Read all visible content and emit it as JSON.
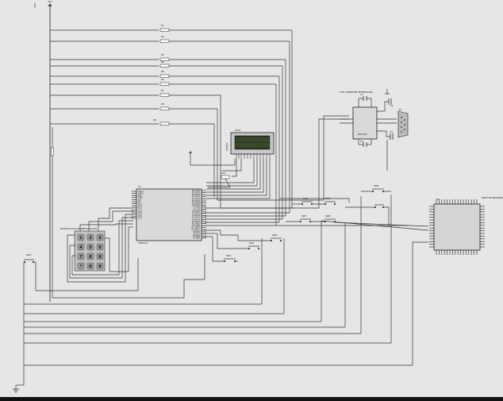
{
  "power": {
    "rail_label": "VCC"
  },
  "mcu": {
    "ref": "U1",
    "part": "AT89C51",
    "left_pins": [
      "XTAL1",
      "XTAL2",
      "RST",
      "PSEN",
      "ALE",
      "EA",
      "P1.0",
      "P1.1",
      "P1.2",
      "P1.3",
      "P1.4",
      "P1.5",
      "P1.6",
      "P1.7"
    ],
    "right_pins": [
      "P0.0/AD0",
      "P0.1/AD1",
      "P0.2/AD2",
      "P0.3/AD3",
      "P0.4/AD4",
      "P0.5/AD5",
      "P0.6/AD6",
      "P0.7/AD7",
      "P2.0/A8",
      "P2.1/A9",
      "P2.2/A10",
      "P2.3/A11",
      "P2.4/A12",
      "P2.5/A13",
      "P2.6/A14",
      "P2.7/A15",
      "P3.0/RXD",
      "P3.1/TXD",
      "P3.2/INT0",
      "P3.3/INT1",
      "P3.4/T0",
      "P3.5/T1",
      "P3.6/WR",
      "P3.7/RD"
    ]
  },
  "lcd": {
    "ref": "LCD1",
    "part": "LM016L"
  },
  "keypad": {
    "title": "KEYPAD FOR ALPHABETS/VALUES",
    "keys": [
      "1",
      "2",
      "3",
      "4",
      "5",
      "6",
      "7",
      "8",
      "9",
      "*",
      "0",
      "#"
    ]
  },
  "serial": {
    "title": "FOR COMPUTER INTERFACING",
    "ic": "MAX232",
    "connector": "P1",
    "caps": [
      "C1",
      "C2",
      "C3",
      "C4"
    ]
  },
  "ram": {
    "title": "RAM FOR BOOKING",
    "ref": "U3"
  },
  "switches": [
    {
      "label": "SW1"
    },
    {
      "label": "SW2"
    },
    {
      "label": "SW3"
    },
    {
      "label": "SW4"
    },
    {
      "label": "SW5"
    },
    {
      "label": "SW6"
    },
    {
      "label": "SW7"
    },
    {
      "label": "SW8"
    },
    {
      "label": "SW9"
    }
  ],
  "resistors": [
    "R1",
    "R2",
    "R3",
    "R4",
    "R5",
    "R6",
    "R7",
    "R8",
    "R9"
  ],
  "rv": "RV1"
}
